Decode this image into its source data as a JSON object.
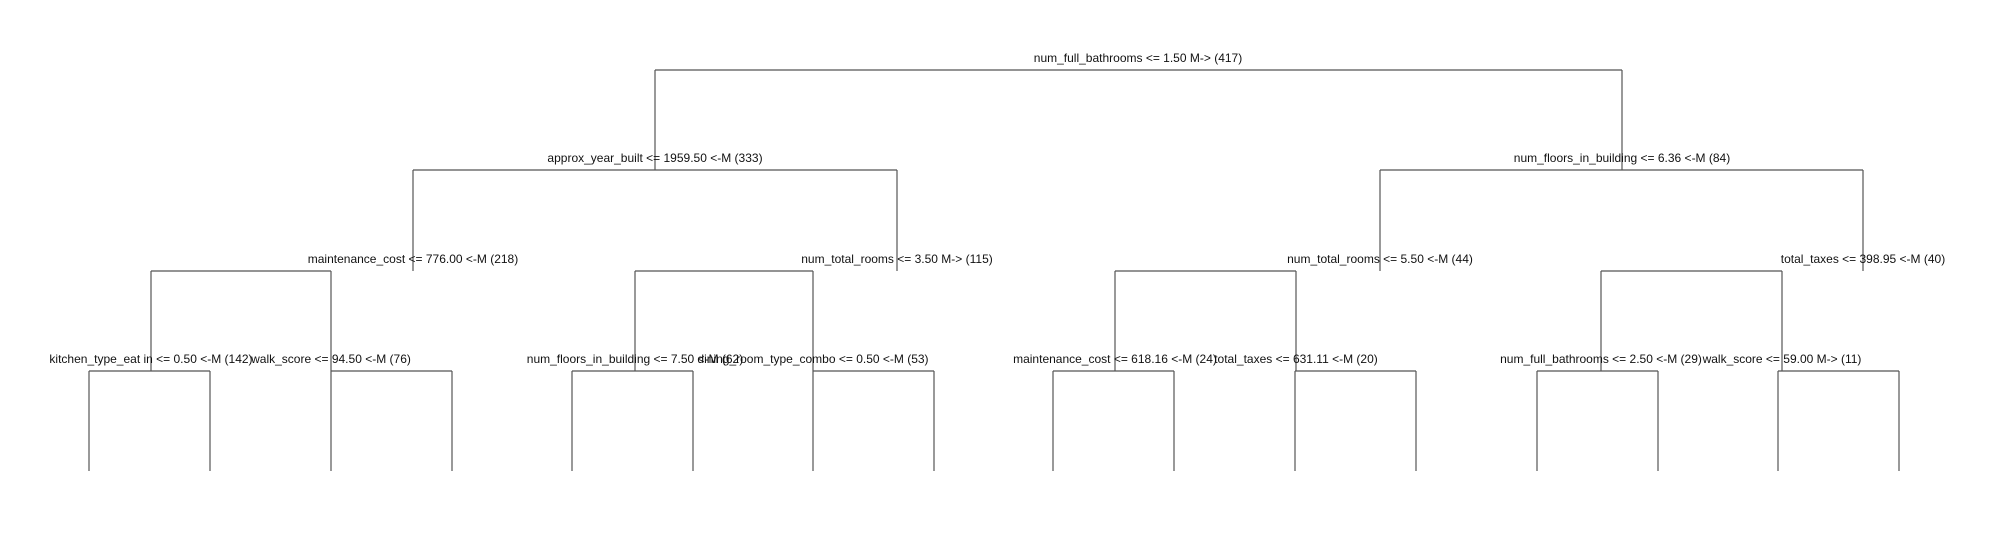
{
  "tree": {
    "label": "num_full_bathrooms <= 1.50 M-> (417)",
    "children": [
      {
        "label": "approx_year_built <= 1959.50 <-M (333)",
        "children": [
          {
            "label": "maintenance_cost <= 776.00 <-M (218)",
            "children": [
              {
                "label": "kitchen_type_eat in <= 0.50 <-M (142)",
                "children": []
              },
              {
                "label": "walk_score <= 94.50 <-M (76)",
                "children": []
              }
            ]
          },
          {
            "label": "num_total_rooms <= 3.50 M-> (115)",
            "children": [
              {
                "label": "num_floors_in_building <= 7.50 <-M (62)",
                "children": []
              },
              {
                "label": "dining_room_type_combo <= 0.50 <-M (53)",
                "children": []
              }
            ]
          }
        ]
      },
      {
        "label": "num_floors_in_building <= 6.36 <-M (84)",
        "children": [
          {
            "label": "num_total_rooms <= 5.50 <-M (44)",
            "children": [
              {
                "label": "maintenance_cost <= 618.16 <-M (24)",
                "children": []
              },
              {
                "label": "total_taxes <= 631.11 <-M (20)",
                "children": []
              }
            ]
          },
          {
            "label": "total_taxes <= 398.95 <-M (40)",
            "children": [
              {
                "label": "num_full_bathrooms <= 2.50 <-M (29)",
                "children": []
              },
              {
                "label": "walk_score <= 59.00 M-> (11)",
                "children": []
              }
            ]
          }
        ]
      }
    ]
  }
}
